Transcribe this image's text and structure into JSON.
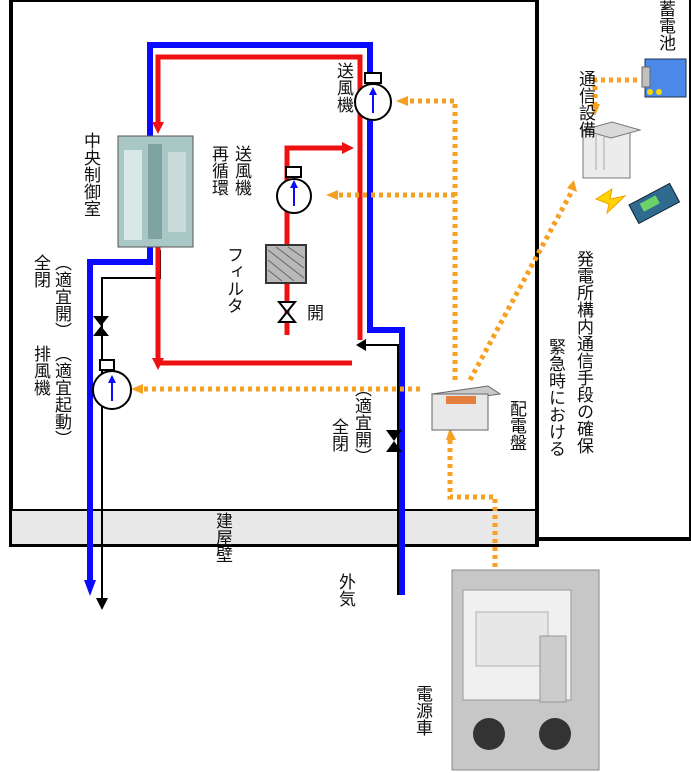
{
  "labels": {
    "central_control_room": "中央制御室",
    "recirc_fan_1": "再循環",
    "recirc_fan_2": "送風機",
    "supply_fan": "送風機",
    "filter": "フィルタ",
    "open": "開",
    "exhaust_fan_1": "排風機",
    "exhaust_fan_2": "（適宜起動）",
    "full_close_a_1": "全閉",
    "full_close_a_2": "（適宜開）",
    "full_close_b_1": "全閉",
    "full_close_b_2": "（適宜開）",
    "distribution_panel": "配電盤",
    "building_wall": "建屋壁",
    "outside_air": "外気",
    "power_vehicle": "電源車",
    "comm_equipment": "通信設備",
    "battery": "蓄電池",
    "emergency_1": "緊急時における",
    "emergency_2": "発電所構内通信手段の確保"
  },
  "colors": {
    "supply_line": "#0a0aff",
    "recirc_line": "#ee1111",
    "power_line": "#f5a020",
    "wall_fill": "#e8e8e8"
  }
}
